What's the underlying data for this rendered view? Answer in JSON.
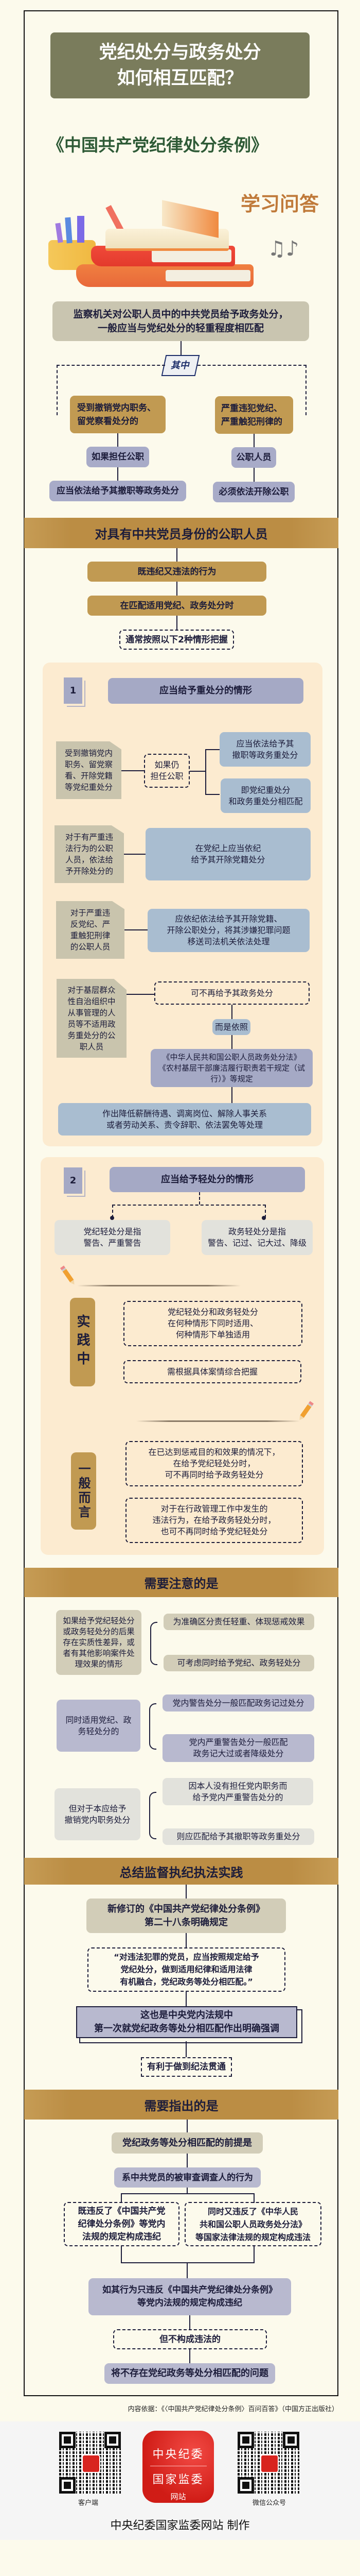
{
  "header": {
    "title_line1": "党纪处分与政务处分",
    "title_line2": "如何相互匹配？",
    "book_title": "《中国共产党纪律处分条例》",
    "subtitle": "学习问答"
  },
  "intro": {
    "text": "监察机关对公职人员中的中共党员给予政务处分，\n一般应当与党纪处分的轻重程度相匹配",
    "among": "其中",
    "left": {
      "case": "受到撤销党内职务、\n留党察看处分的",
      "condition": "如果担任公职",
      "result": "应当依法给予其撤职等政务处分"
    },
    "right": {
      "case": "严重违犯党纪、\n严重触犯刑律的",
      "condition": "公职人员",
      "result": "必须依法开除公职"
    }
  },
  "section1": {
    "banner": "对具有中共党员身份的公职人员",
    "step1": "既违纪又违法的行为",
    "step2": "在匹配适用党纪、政务处分时",
    "note": "通常按照以下2种情形把握"
  },
  "case1": {
    "number": "1",
    "title": "应当给予重处分的情形",
    "row1": {
      "note": "受到撤销党内\n职务、留党察\n看、开除党籍\n等党纪重处分",
      "condition": "如果仍\n担任公职",
      "result1": "应当依法给予其\n撤职等政务重处分",
      "result2": "即党纪重处分\n和政务重处分相匹配"
    },
    "row2": {
      "note": "对于有严重违\n法行为的公职\n人员，依法给\n予开除处分的",
      "result": "在党纪上应当依纪\n给予其开除党籍处分"
    },
    "row3": {
      "note": "对于严重违\n反党纪、严\n重触犯刑律\n的公职人员",
      "result": "应依纪依法给予其开除党籍、\n开除公职处分，将其涉嫌犯罪问题\n移送司法机关依法处理"
    },
    "row4": {
      "note": "对于基层群众\n性自治组织中\n从事管理的人\n员等不适用政\n务重处分的公\n职人员",
      "result": "可不再给予其政务处分",
      "via": "而是依照",
      "laws": "《中华人民共和国公职人员政务处分法》\n《农村基层干部廉洁履行职责若干规定（试\n行）》等规定",
      "actions": "作出降低薪酬待遇、调离岗位、解除人事关系\n或者劳动关系、责令辞职、依法罢免等处理"
    }
  },
  "case2": {
    "number": "2",
    "title": "应当给予轻处分的情形",
    "party_light": "党纪轻处分是指\n警告、严重警告",
    "gov_light": "政务轻处分是指\n警告、记过、记大过、降级",
    "practice_tag": "实践中",
    "practice1": "党纪轻处分和政务轻处分\n在何种情形下同时适用、\n何种情形下单独适用",
    "practice2": "需根据具体案情综合把握",
    "general_tag": "一般而言",
    "general1": "在已达到惩戒目的和效果的情况下，\n在给予党纪轻处分时，\n可不再同时给予政务轻处分",
    "general2": "对于在行政管理工作中发生的\n违法行为，在给予政务轻处分时，\n也可不再同时给予党纪轻处分"
  },
  "attention": {
    "banner": "需要注意的是",
    "g1": {
      "cond": "如果给予党纪轻处分\n或政务轻处分的后果\n存在实质性差异，或\n者有其他影响案件处\n理效果的情形",
      "r1": "为准确区分责任轻重、体现惩戒效果",
      "r2": "可考虑同时给予党纪、政务轻处分"
    },
    "g2": {
      "cond": "同时适用党纪、政\n务轻处分的",
      "r1": "党内警告处分一般匹配政务记过处分",
      "r2": "党内严重警告处分一般匹配\n政务记大过或者降级处分"
    },
    "g3": {
      "cond": "但对于本应给予\n撤销党内职务处分",
      "r1": "因本人没有担任党内职务而\n给予党内严重警告处分的",
      "r2": "则应匹配给予其撤职等政务重处分"
    }
  },
  "summary": {
    "banner": "总结监督执纪执法实践",
    "rule": "新修订的《中国共产党纪律处分条例》\n第二十八条明确规定",
    "quote": "“对违法犯罪的党员，应当按照规定给予\n党纪处分，做到适用纪律和适用法律\n有机融合，党纪政务等处分相匹配。”",
    "first": "这也是中央党内法规中\n第一次就党纪政务等处分相匹配作出明确强调",
    "benefit": "有利于做到纪法贯通"
  },
  "pointout": {
    "banner": "需要指出的是",
    "premise": "党纪政务等处分相匹配的前提是",
    "subject": "系中共党员的被审查调查人的行为",
    "left": "既违反了《中国共产党\n纪律处分条例》等党内\n法规的规定构成违纪",
    "right": "同时又违反了《中华人民\n共和国公职人员政务处分法》\n等国家法律法规的规定构成违法",
    "only": "如其行为只违反《中国共产党纪律处分条例》\n等党内法规的规定构成违纪",
    "notlaw": "但不构成违法的",
    "conclusion": "将不存在党纪政务等处分相匹配的问题"
  },
  "source": "内容依据：《〈中国共产党纪律处分条例〉百问百答》（中国方正出版社）",
  "footer": {
    "qr_left_label": "客户端",
    "qr_right_label": "微信公众号",
    "logo_line1": "中央纪委",
    "logo_line2": "国家监委",
    "logo_line3": "网站",
    "credit": "中央纪委国家监委网站 制作"
  },
  "colors": {
    "background": "#fcfaec",
    "title_box": "#7a7c5c",
    "banner": "#bb8d44",
    "book_title": "#2e5a36",
    "subtitle": "#c07a3a",
    "logo_red": "#d8241f"
  }
}
